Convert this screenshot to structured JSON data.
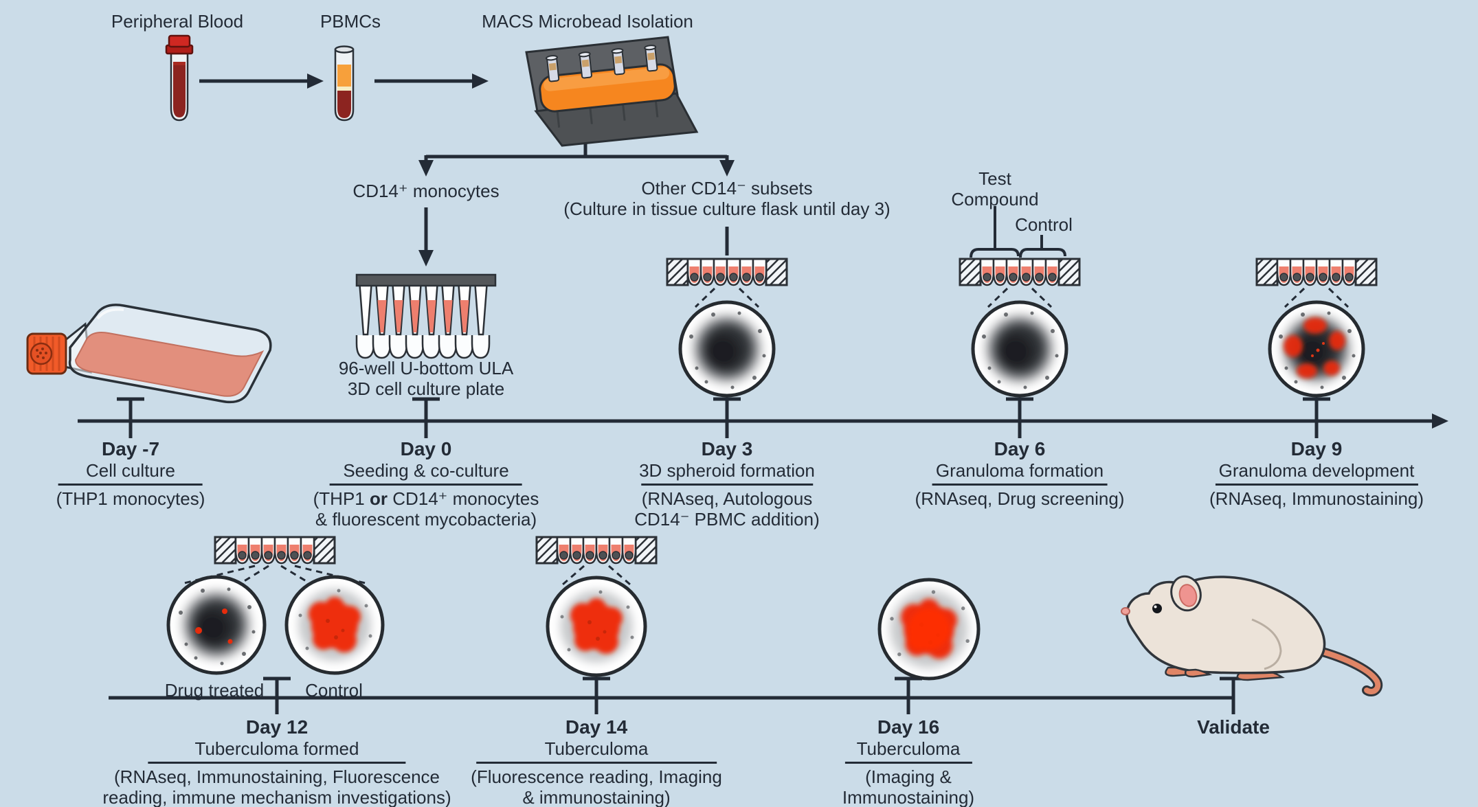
{
  "palette": {
    "background": "#cbdce8",
    "ink": "#232b36",
    "well_liquid_pink": "#ee7f6e",
    "spheroid_gray": "#2e3135",
    "tb_red": "#ee2e0e",
    "macs_orange": "#f6861f",
    "flask_cap_orange": "#f15b29",
    "flask_media_pink": "#e28f7d",
    "blood_dark_red": "#8c2420",
    "blood_cap_red": "#cf2822",
    "plasma_orange": "#f7a03b",
    "mouse_cream": "#ece3d9",
    "mouse_pink": "#e08566"
  },
  "icons": {
    "blood-tube-icon": "capped tube of whole blood",
    "pbmc-tube-icon": "density-gradient tube with plasma / buffy coat / red cells",
    "macs-separator-icon": "MACS magnetic separator stand with columns",
    "culture-flask-icon": "tilted cell culture flask with pink media",
    "multichannel-pipette-icon": "multichannel pipette seeding U-bottom wells",
    "well-strip-icon": "row of U-bottom wells with spheroids",
    "spheroid-micrograph-icon": "magnified spheroid / granuloma micrograph",
    "mouse-icon": "laboratory mouse"
  },
  "top_flow": {
    "peripheral_blood": "Peripheral Blood",
    "pbmcs": "PBMCs",
    "macs": "MACS Microbead Isolation",
    "cd14_pos": "CD14⁺ monocytes",
    "cd14_neg_line1": "Other CD14⁻ subsets",
    "cd14_neg_line2": "(Culture in tissue culture flask until day 3)",
    "plate_line1": "96-well U-bottom ULA",
    "plate_line2": "3D cell culture plate",
    "test_compound_line1": "Test",
    "test_compound_line2": "Compound",
    "control": "Control"
  },
  "timeline1": {
    "events": [
      {
        "day": "Day -7",
        "title": "Cell culture",
        "detail_line1": "(THP1 monocytes)"
      },
      {
        "day": "Day 0",
        "title": "Seeding & co-culture",
        "detail_pre": "(THP1 ",
        "detail_bold": "or",
        "detail_mid": " CD14⁺ monocytes",
        "detail_line2": "& fluorescent mycobacteria)"
      },
      {
        "day": "Day 3",
        "title": "3D spheroid formation",
        "detail_line1": "(RNAseq, Autologous",
        "detail_line2": "CD14⁻ PBMC addition)"
      },
      {
        "day": "Day 6",
        "title": "Granuloma formation",
        "detail_line1": "(RNAseq, Drug screening)"
      },
      {
        "day": "Day 9",
        "title": "Granuloma development",
        "detail_line1": "(RNAseq, Immunostaining)"
      }
    ]
  },
  "timeline2": {
    "drug_treated": "Drug treated",
    "control": "Control",
    "events": [
      {
        "day": "Day 12",
        "title": "Tuberculoma formed",
        "detail_line1": "(RNAseq, Immunostaining, Fluorescence",
        "detail_line2": "reading, immune mechanism investigations)"
      },
      {
        "day": "Day 14",
        "title": "Tuberculoma",
        "detail_line1": "(Fluorescence reading, Imaging",
        "detail_line2": "& immunostaining)"
      },
      {
        "day": "Day 16",
        "title": "Tuberculoma",
        "detail_line1": "(Imaging &",
        "detail_line2": "Immunostaining)"
      },
      {
        "day": "Validate"
      }
    ]
  }
}
